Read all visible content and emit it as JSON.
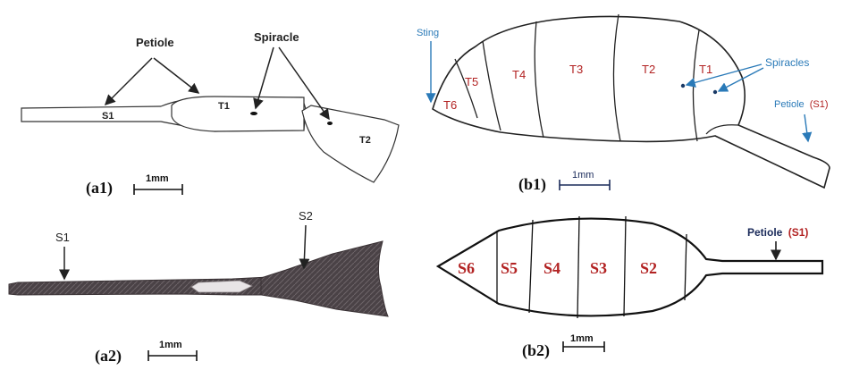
{
  "panel_a1": {
    "caption": "(a1)",
    "scale": "1mm",
    "petiole_label": "Petiole",
    "spiracle_label": "Spiracle",
    "s1": "S1",
    "t1": "T1",
    "t2": "T2"
  },
  "panel_a2": {
    "caption": "(a2)",
    "scale": "1mm",
    "s1": "S1",
    "s2": "S2"
  },
  "panel_b1": {
    "caption": "(b1)",
    "scale": "1mm",
    "sting_label": "Sting",
    "spiracles_label": "Spiracles",
    "petiole_label": "Petiole",
    "petiole_code": "(S1)",
    "segments": [
      "T6",
      "T5",
      "T4",
      "T3",
      "T2",
      "T1"
    ]
  },
  "panel_b2": {
    "caption": "(b2)",
    "scale": "1mm",
    "petiole_label": "Petiole",
    "petiole_code": "(S1)",
    "segments": [
      "S6",
      "S5",
      "S4",
      "S3",
      "S2"
    ]
  },
  "colors": {
    "label_red": "#b22222",
    "label_blue": "#2a7ab8",
    "label_navy": "#1a2a5a",
    "ink": "#222222",
    "specimen_dark": "#4a4246"
  }
}
